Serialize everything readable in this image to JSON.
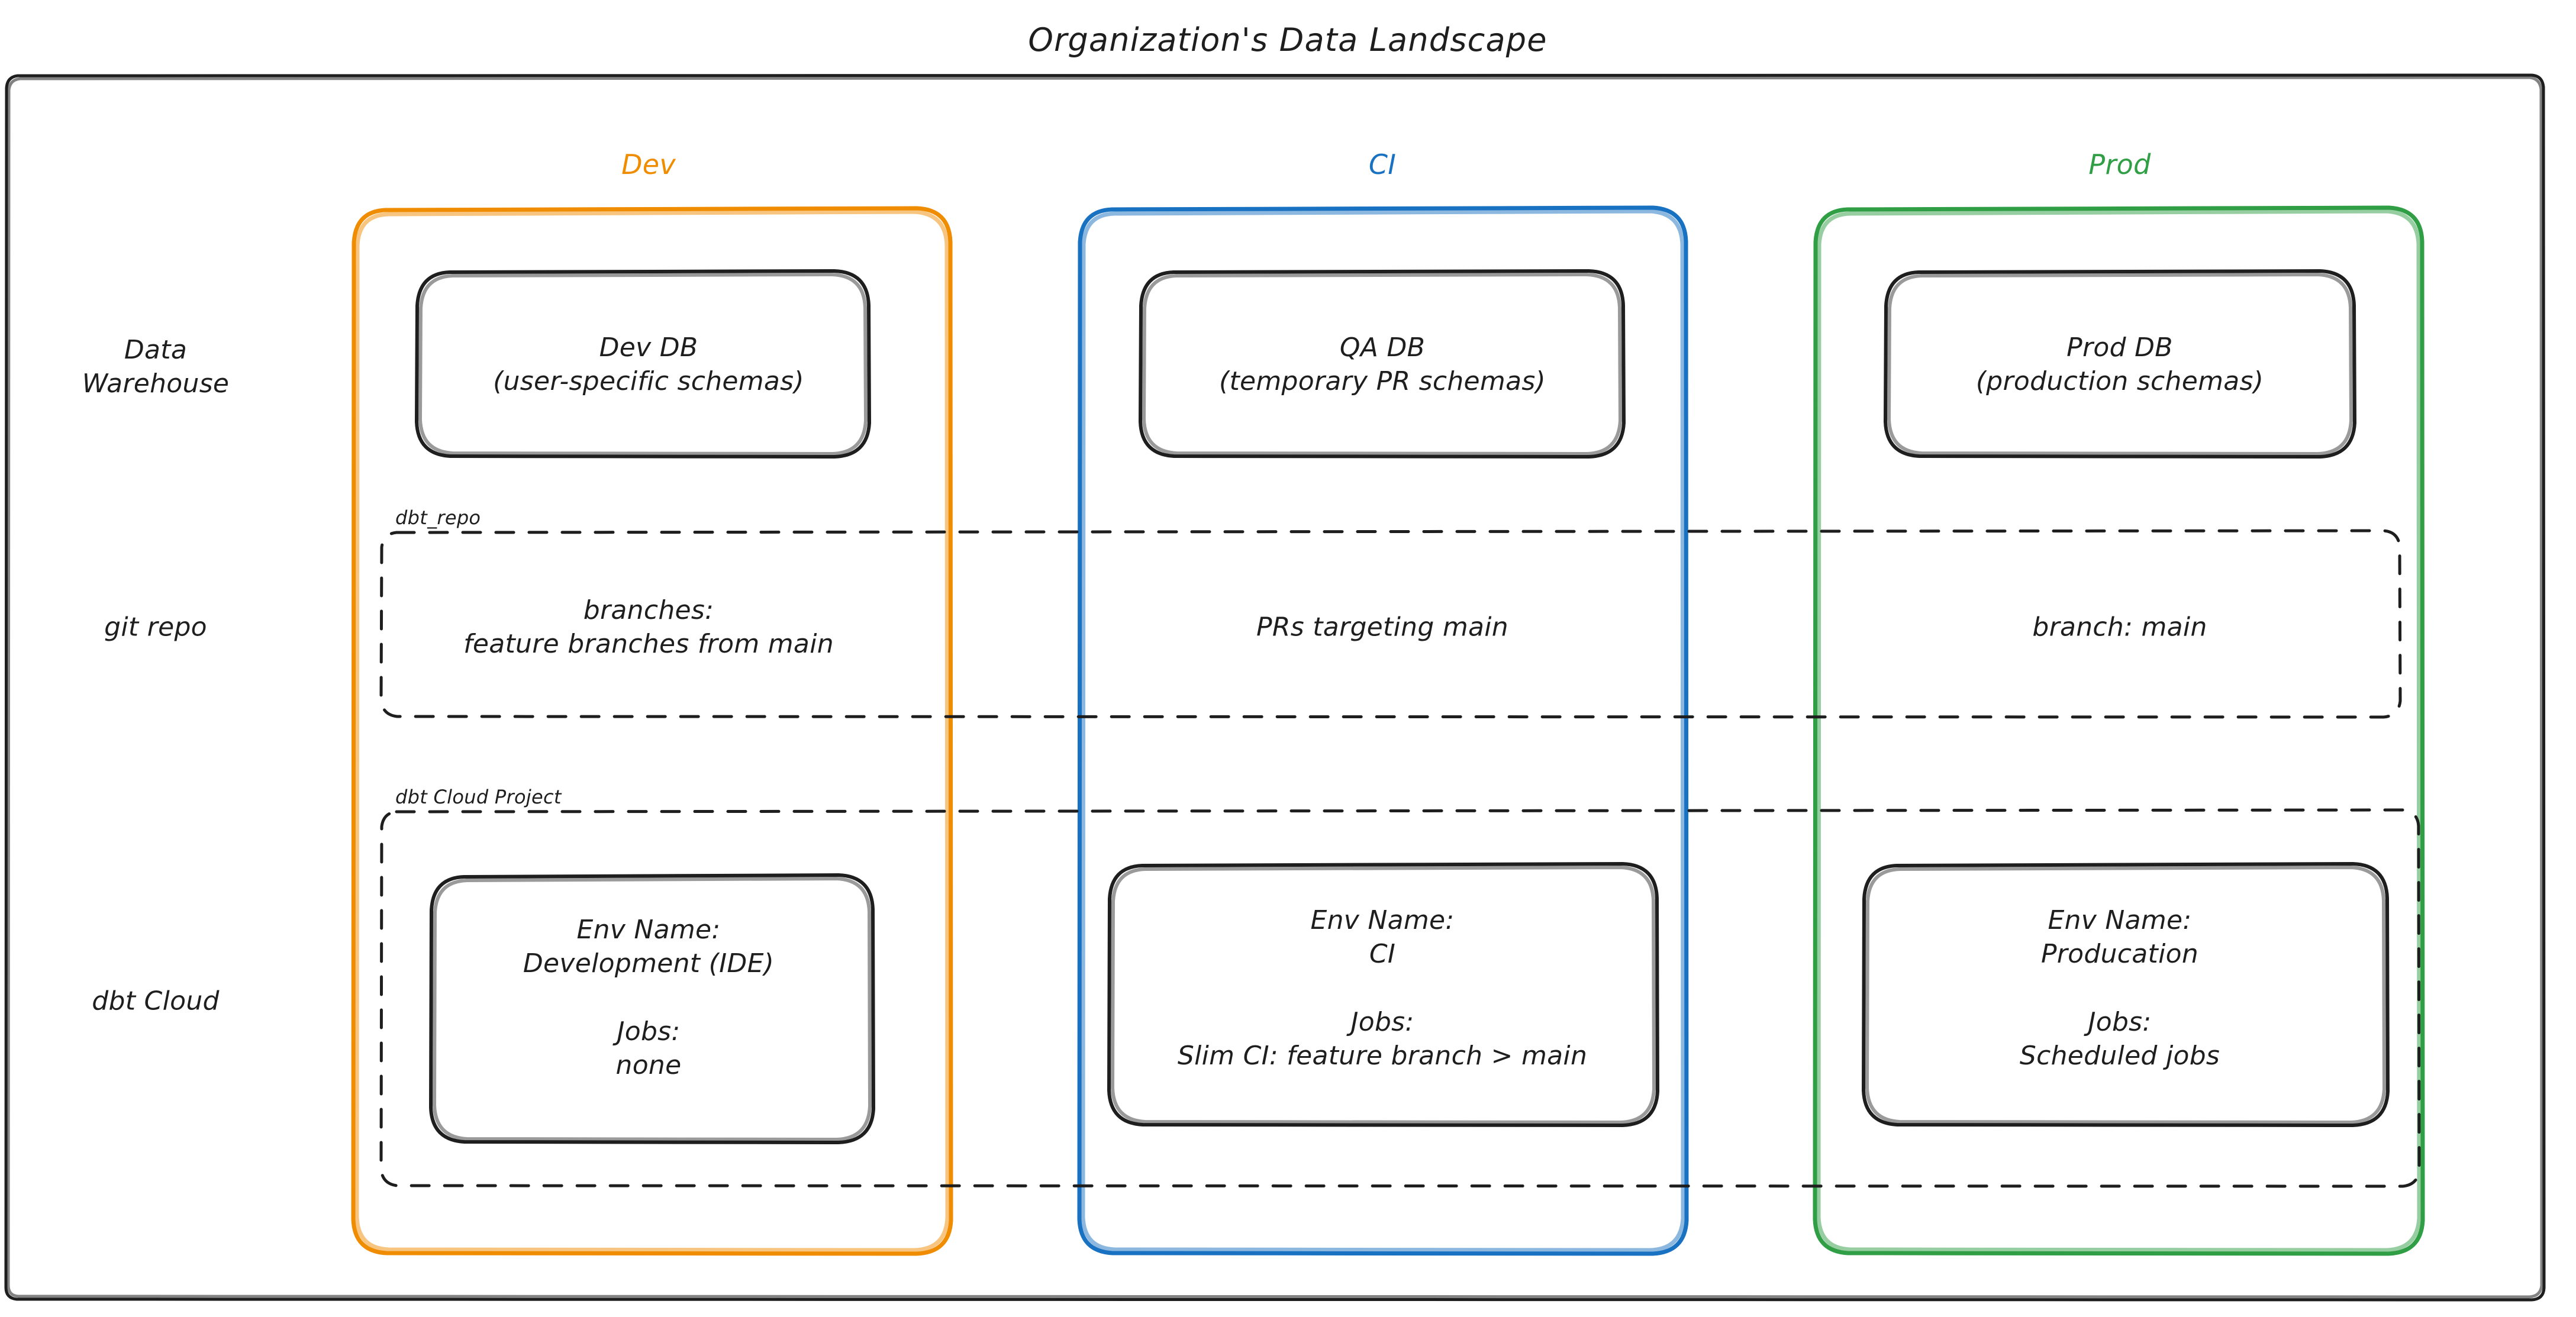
{
  "diagram": {
    "title": "Organization's Data Landscape",
    "type": "grouped-box-diagram",
    "background": "#ffffff",
    "ink": "#1e1e1e"
  },
  "colors": {
    "dev": "#F08C00",
    "ci": "#1971C2",
    "prod": "#2F9E44",
    "ink": "#1e1e1e",
    "dashed": "#1e1e1e"
  },
  "lanes": [
    {
      "key": "dev",
      "label": "Dev",
      "color": "#F08C00"
    },
    {
      "key": "ci",
      "label": "CI",
      "color": "#1971C2"
    },
    {
      "key": "prod",
      "label": "Prod",
      "color": "#2F9E44"
    }
  ],
  "rows": [
    {
      "key": "warehouse",
      "label": "Data\nWarehouse"
    },
    {
      "key": "git",
      "label": "git repo"
    },
    {
      "key": "dbtcloud",
      "label": "dbt Cloud"
    }
  ],
  "groups": [
    {
      "key": "dbt_repo",
      "label": "dbt_repo"
    },
    {
      "key": "dbt_cloud_project",
      "label": "dbt Cloud Project"
    }
  ],
  "nodes": {
    "warehouse": {
      "dev": "Dev DB\n(user-specific schemas)",
      "ci": "QA DB\n(temporary PR schemas)",
      "prod": "Prod DB\n(production schemas)"
    },
    "git": {
      "dev": "branches:\nfeature branches from main",
      "ci": "PRs targeting main",
      "prod": "branch: main"
    },
    "dbtcloud": {
      "dev": "Env Name:\nDevelopment (IDE)\n\nJobs:\nnone",
      "ci": "Env Name:\nCI\n\nJobs:\nSlim CI: feature branch > main",
      "prod": "Env Name:\nProducation\n\nJobs:\nScheduled jobs"
    }
  }
}
